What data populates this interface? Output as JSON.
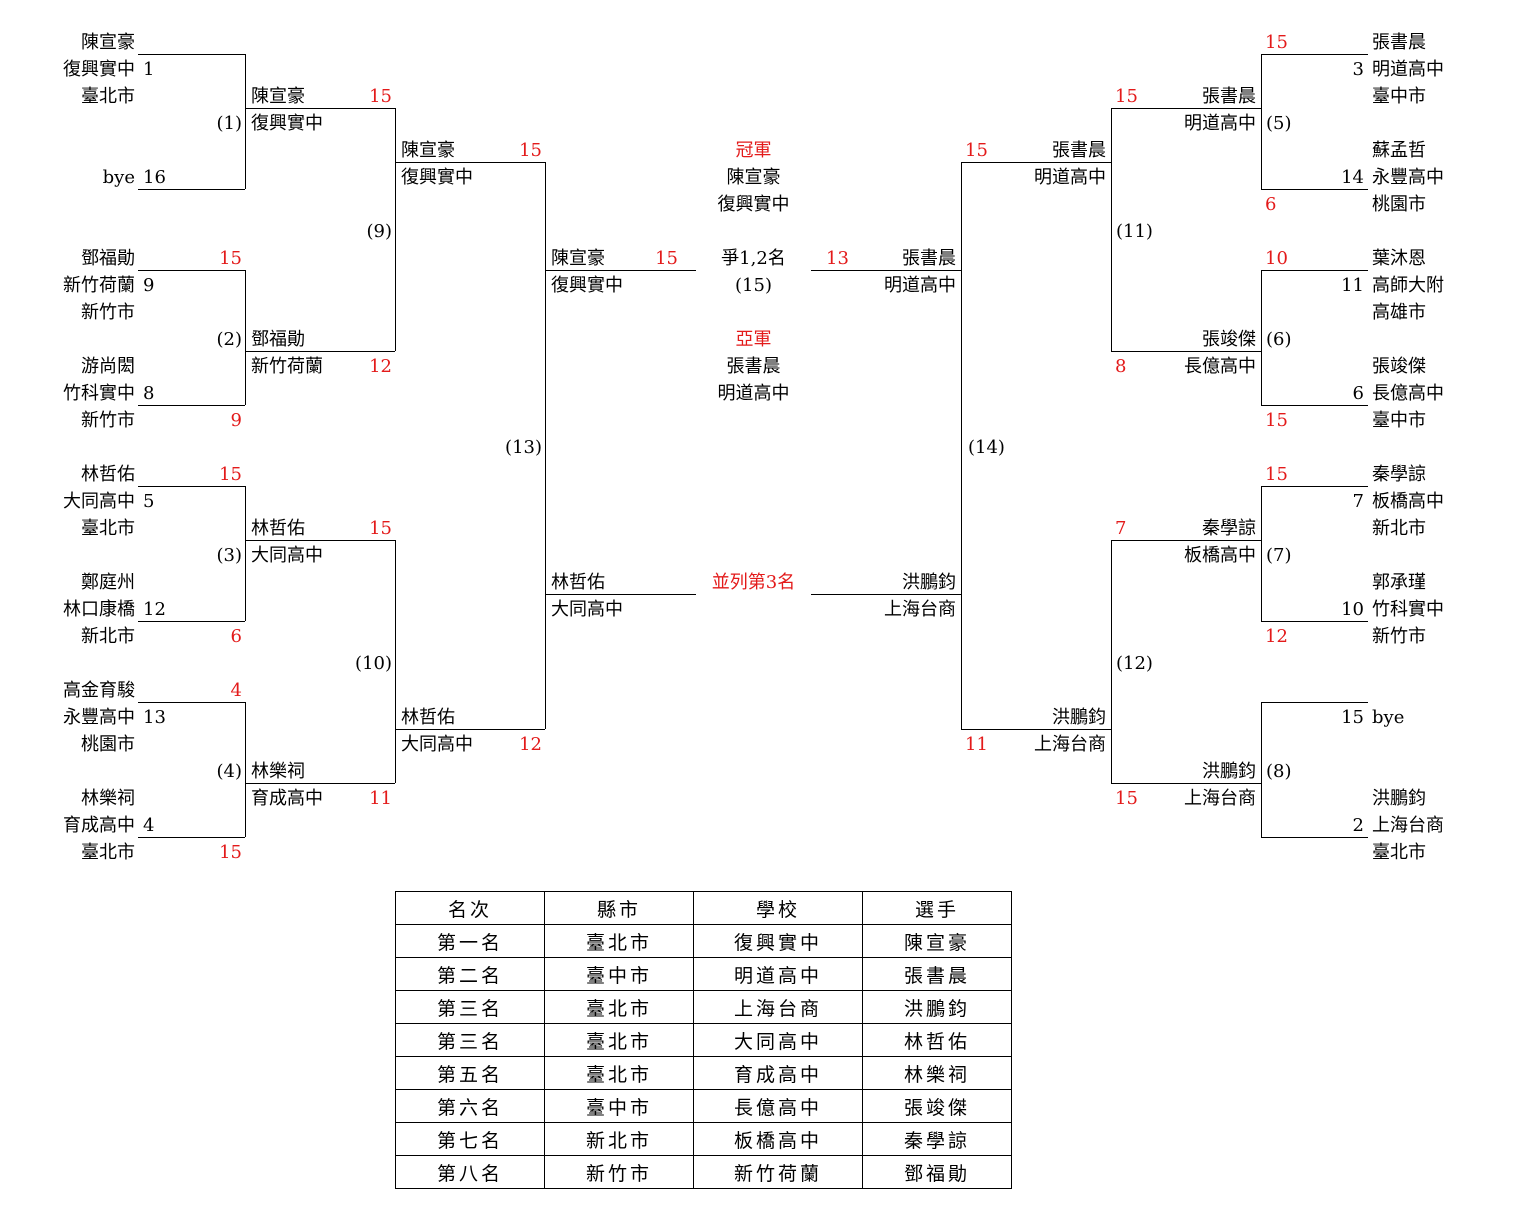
{
  "entries": {
    "s1": {
      "name": "陳宣豪",
      "school": "復興實中",
      "city": "臺北市",
      "seed": "1"
    },
    "s16": {
      "name": "bye",
      "seed": "16"
    },
    "s9": {
      "name": "鄧福勛",
      "school": "新竹荷蘭",
      "city": "新竹市",
      "seed": "9",
      "score": "15"
    },
    "s8": {
      "name": "游尚閎",
      "school": "竹科實中",
      "city": "新竹市",
      "seed": "8",
      "score": "9"
    },
    "s5": {
      "name": "林哲佑",
      "school": "大同高中",
      "city": "臺北市",
      "seed": "5",
      "score": "15"
    },
    "s12": {
      "name": "鄭庭州",
      "school": "林口康橋",
      "city": "新北市",
      "seed": "12",
      "score": "6"
    },
    "s13": {
      "name": "高金育駿",
      "school": "永豐高中",
      "city": "桃園市",
      "seed": "13",
      "score": "4"
    },
    "s4": {
      "name": "林樂祠",
      "school": "育成高中",
      "city": "臺北市",
      "seed": "4",
      "score": "15"
    },
    "s3": {
      "name": "張書晨",
      "school": "明道高中",
      "city": "臺中市",
      "seed": "3",
      "score": "15"
    },
    "s14": {
      "name": "蘇孟哲",
      "school": "永豐高中",
      "city": "桃園市",
      "seed": "14",
      "score": "6"
    },
    "s11": {
      "name": "葉沐恩",
      "school": "高師大附",
      "city": "高雄市",
      "seed": "11",
      "score": "10"
    },
    "s6": {
      "name": "張竣傑",
      "school": "長億高中",
      "city": "臺中市",
      "seed": "6",
      "score": "15"
    },
    "s7": {
      "name": "秦學諒",
      "school": "板橋高中",
      "city": "新北市",
      "seed": "7",
      "score": "15"
    },
    "s10": {
      "name": "郭承瑾",
      "school": "竹科實中",
      "city": "新竹市",
      "seed": "10",
      "score": "12"
    },
    "s15": {
      "name": "bye",
      "seed": "15"
    },
    "s2": {
      "name": "洪鵬鈞",
      "school": "上海台商",
      "city": "臺北市",
      "seed": "2"
    }
  },
  "matches": {
    "m1": "(1)",
    "m2": "(2)",
    "m3": "(3)",
    "m4": "(4)",
    "m5": "(5)",
    "m6": "(6)",
    "m7": "(7)",
    "m8": "(8)",
    "m9": "(9)",
    "m10": "(10)",
    "m11": "(11)",
    "m12": "(12)",
    "m13": "(13)",
    "m14": "(14)",
    "m15": "(15)"
  },
  "round2": {
    "w1": {
      "name": "陳宣豪",
      "school": "復興實中",
      "score": "15"
    },
    "w2": {
      "name": "鄧福勛",
      "school": "新竹荷蘭",
      "score": "12"
    },
    "w3": {
      "name": "林哲佑",
      "school": "大同高中",
      "score": "15"
    },
    "w4": {
      "name": "林樂祠",
      "school": "育成高中",
      "score": "11"
    },
    "w5": {
      "name": "張書晨",
      "school": "明道高中",
      "score": "15"
    },
    "w6": {
      "name": "張竣傑",
      "school": "長億高中",
      "score": "8"
    },
    "w7": {
      "name": "秦學諒",
      "school": "板橋高中",
      "score": "7"
    },
    "w8": {
      "name": "洪鵬鈞",
      "school": "上海台商",
      "score": "15"
    }
  },
  "round3": {
    "w9": {
      "name": "陳宣豪",
      "school": "復興實中",
      "score": "15"
    },
    "w10": {
      "name": "林哲佑",
      "school": "大同高中",
      "score": "12"
    },
    "w11": {
      "name": "張書晨",
      "school": "明道高中",
      "score": "15"
    },
    "w12": {
      "name": "洪鵬鈞",
      "school": "上海台商",
      "score": "11"
    }
  },
  "semis": {
    "w13": {
      "name": "陳宣豪",
      "school": "復興實中",
      "score": "15"
    },
    "l13": {
      "name": "林哲佑",
      "school": "大同高中"
    },
    "w14": {
      "name": "張書晨",
      "school": "明道高中",
      "score": "13"
    },
    "l14": {
      "name": "洪鵬鈞",
      "school": "上海台商"
    }
  },
  "center": {
    "champion_label": "冠軍",
    "champion_name": "陳宣豪",
    "champion_school": "復興實中",
    "final_label": "爭1,2名",
    "final_match": "(15)",
    "runnerup_label": "亞軍",
    "runnerup_name": "張書晨",
    "runnerup_school": "明道高中",
    "third_label": "並列第3名"
  },
  "results": {
    "headers": [
      "名次",
      "縣市",
      "學校",
      "選手"
    ],
    "rows": [
      [
        "第一名",
        "臺北市",
        "復興實中",
        "陳宣豪"
      ],
      [
        "第二名",
        "臺中市",
        "明道高中",
        "張書晨"
      ],
      [
        "第三名",
        "臺北市",
        "上海台商",
        "洪鵬鈞"
      ],
      [
        "第三名",
        "臺北市",
        "大同高中",
        "林哲佑"
      ],
      [
        "第五名",
        "臺北市",
        "育成高中",
        "林樂祠"
      ],
      [
        "第六名",
        "臺中市",
        "長億高中",
        "張竣傑"
      ],
      [
        "第七名",
        "新北市",
        "板橋高中",
        "秦學諒"
      ],
      [
        "第八名",
        "新竹市",
        "新竹荷蘭",
        "鄧福勛"
      ]
    ]
  },
  "colors": {
    "score": "#e31a1a",
    "line": "#000000"
  }
}
